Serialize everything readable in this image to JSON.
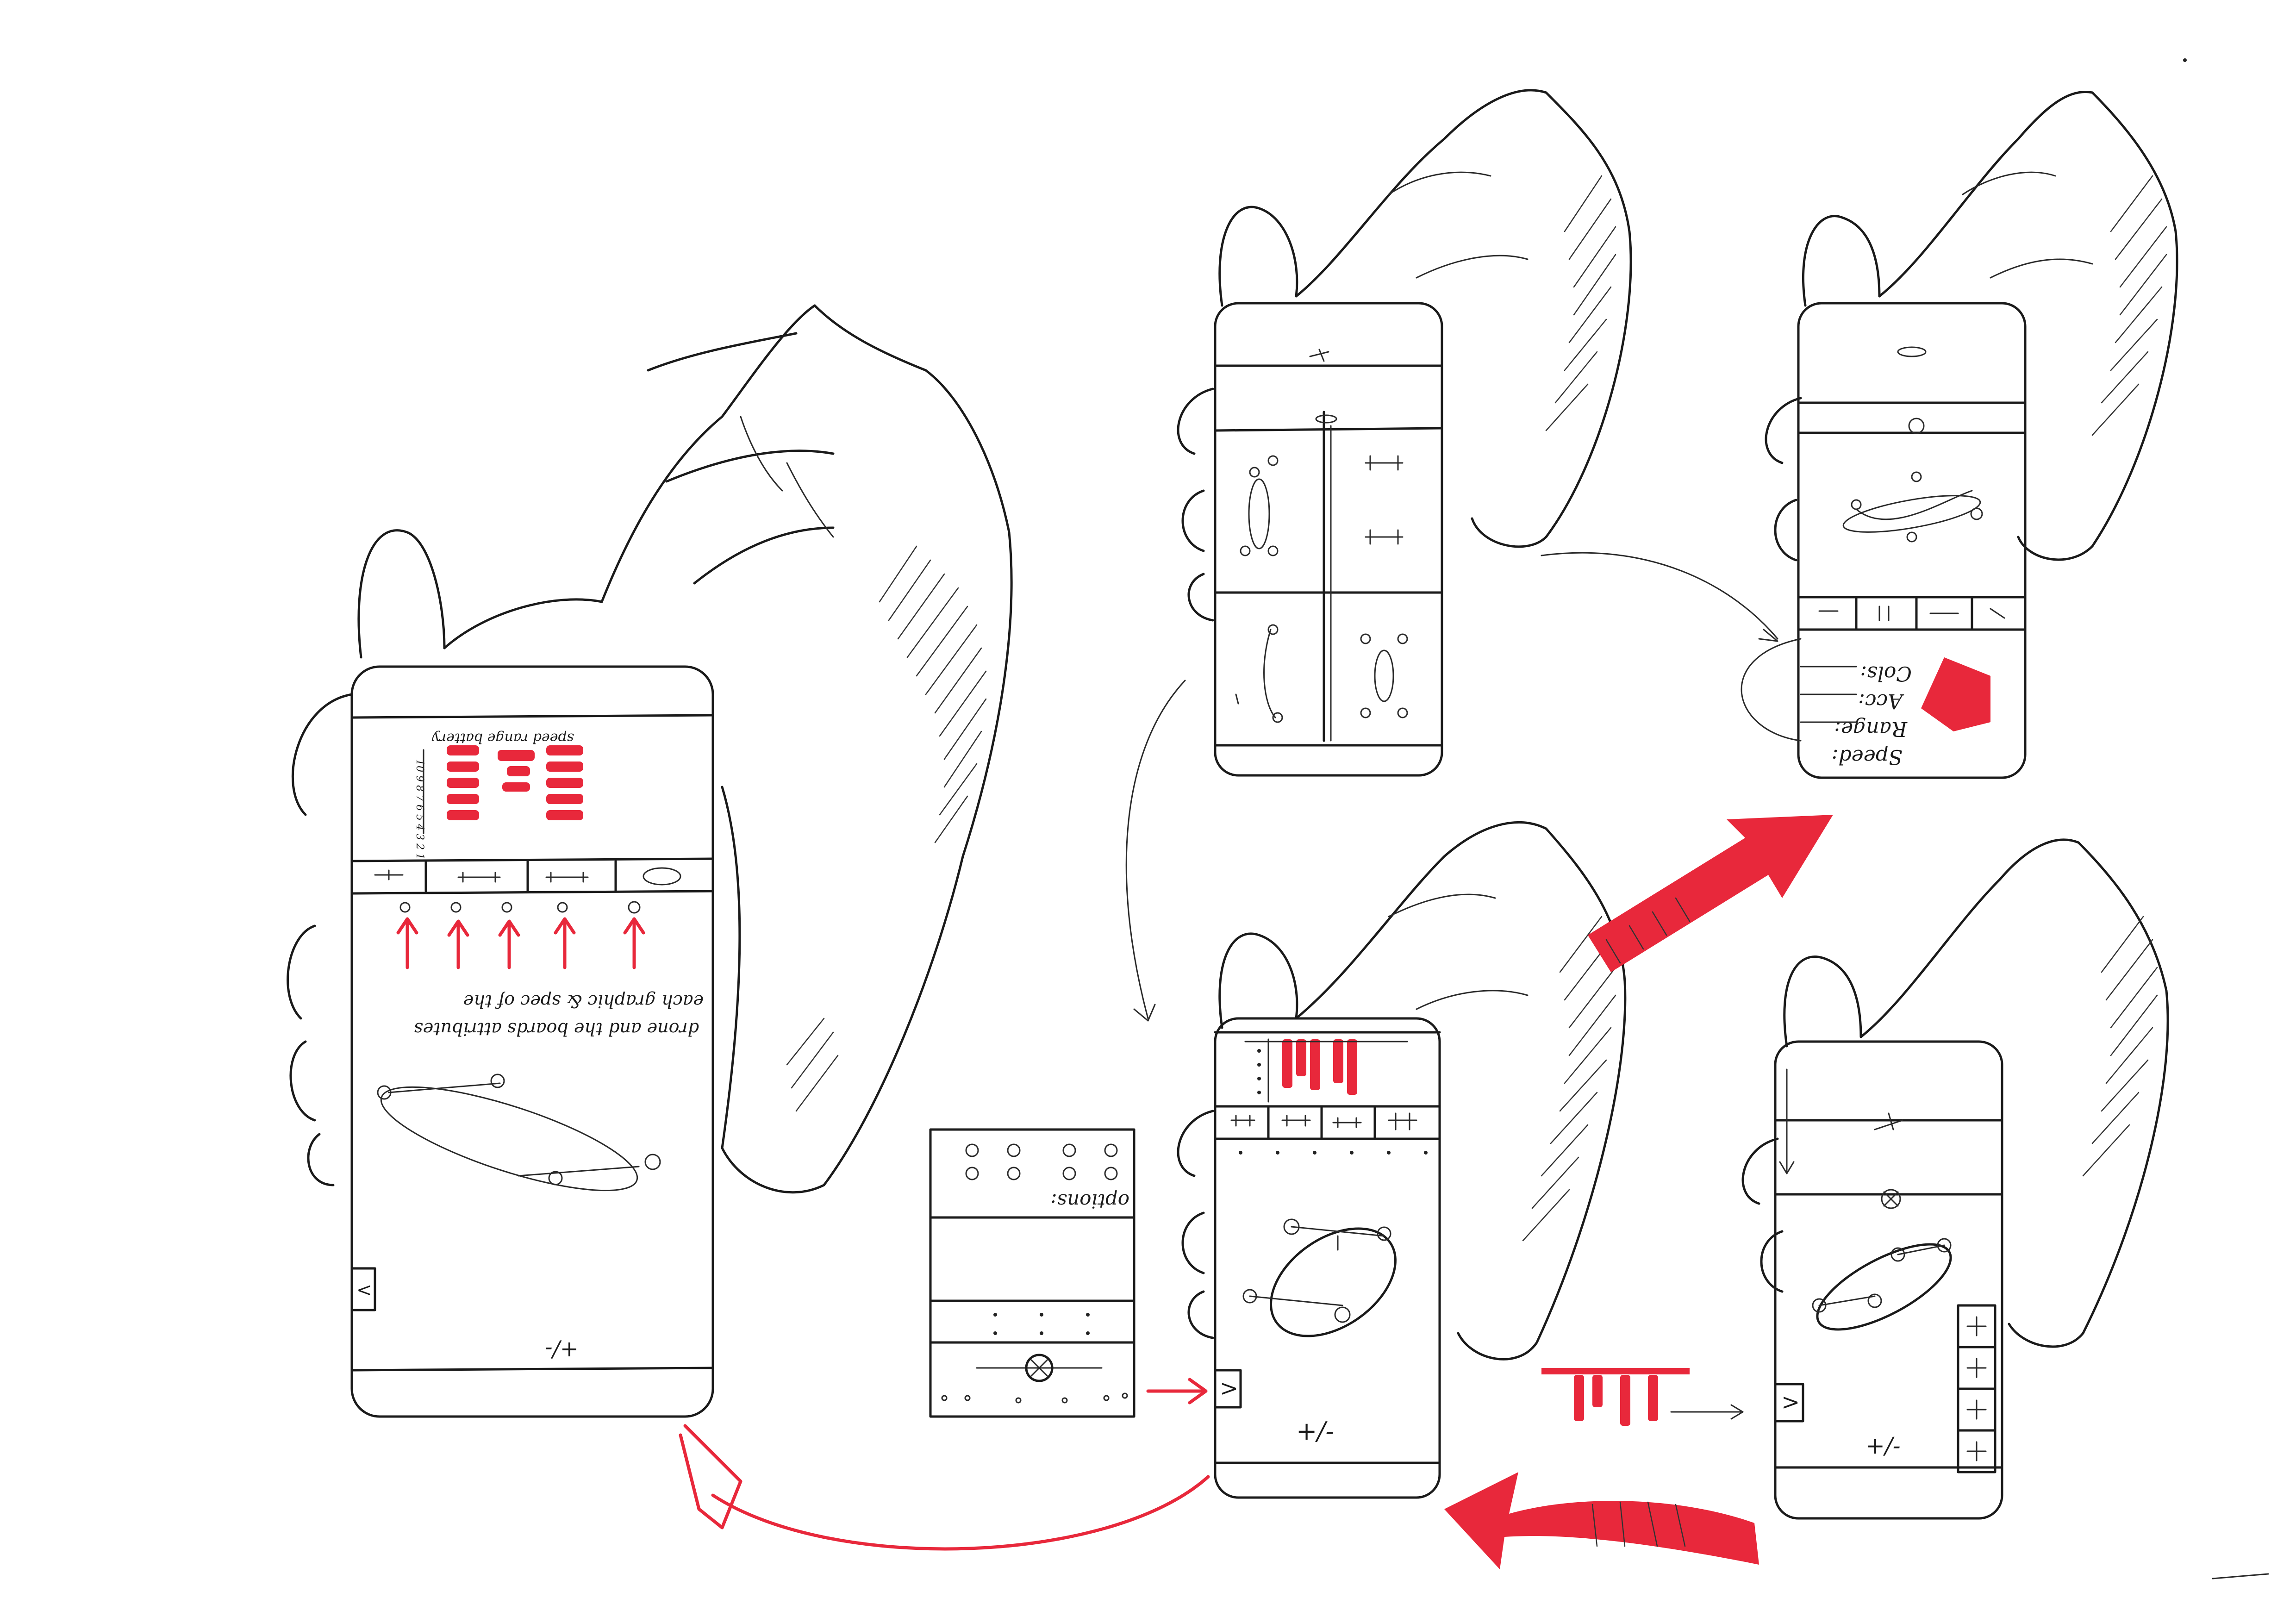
{
  "colors": {
    "ink": "#1a1a1a",
    "accent": "#e8283b",
    "paper": "#ffffff"
  },
  "phone_left": {
    "header_note": "speed range battery",
    "scale_digits": "10 9 8 7 6 5 4 3 2 1",
    "annotation_line1": "each graphic & spec of the",
    "annotation_line2": "drone and the boards attributes",
    "side_button": "<",
    "zoom_label": "+/-"
  },
  "phone_options": {
    "title": "options:",
    "side_button": ">"
  },
  "phone_bottom_middle": {
    "side_button": ">",
    "zoom_label": "+/-"
  },
  "phone_bottom_right": {
    "side_button": ">",
    "zoom_label": "+/-"
  },
  "phone_top_right": {
    "stat_speed": "Speed:",
    "stat_range": "Range:",
    "stat_acc": "Acc:",
    "stat_cols": "Cols:"
  }
}
